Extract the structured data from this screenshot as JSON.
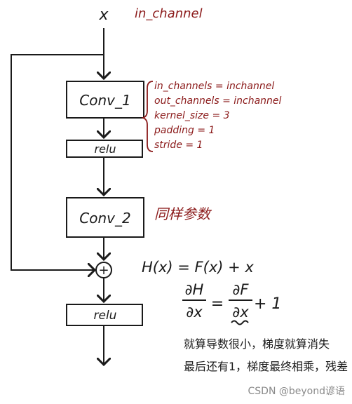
{
  "input": {
    "var": "x",
    "label": "in_channel"
  },
  "conv1": {
    "label": "Conv_1",
    "params": [
      "in_channels = inchannel",
      "out_channels = inchannel",
      "kernel_size = 3",
      "padding = 1",
      "stride = 1"
    ]
  },
  "relu1": {
    "label": "relu"
  },
  "conv2": {
    "label": "Conv_2",
    "note": "同样参数"
  },
  "add": {
    "symbol": "+"
  },
  "relu2": {
    "label": "relu"
  },
  "equations": {
    "residual": "H(x) = F(x) + x",
    "grad_num": "∂H",
    "grad_den": "∂x",
    "grad_eq": "=",
    "grad_fnum": "∂F",
    "grad_fden": "∂x",
    "grad_plus": "+ 1"
  },
  "notes": {
    "line1": "就算导数很小，梯度就算消失",
    "line2": "最后还有1，梯度最终相乘，残差"
  },
  "watermark": "CSDN @beyond谚语"
}
